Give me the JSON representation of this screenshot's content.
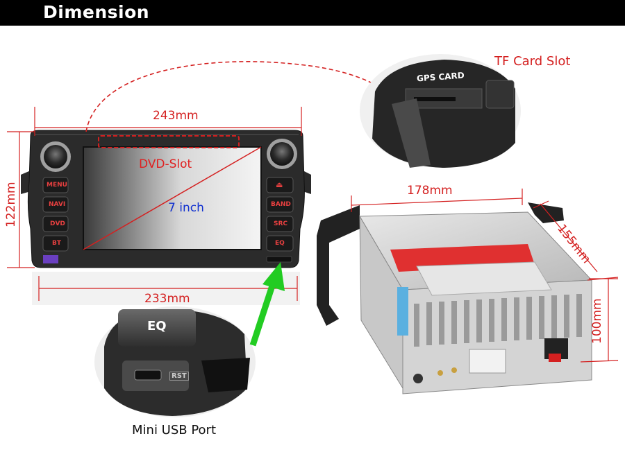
{
  "header": {
    "title": "Dimension"
  },
  "dimensions": {
    "front_width_top": "243mm",
    "front_height": "122mm",
    "front_width_bottom": "233mm",
    "back_width": "178mm",
    "back_depth": "155mm",
    "back_height": "100mm"
  },
  "callouts": {
    "tf_card_slot": "TF Card Slot",
    "dvd_slot": "DVD-Slot",
    "screen_size": "7 inch",
    "mini_usb_port": "Mini USB Port"
  },
  "front_buttons": {
    "left": [
      "MENU",
      "NAVI",
      "DVD",
      "BT"
    ],
    "right": [
      "⏏",
      "BAND",
      "SRC",
      "EQ"
    ]
  },
  "closeup_labels": {
    "gps_card": "GPS CARD",
    "eq": "EQ",
    "rst": "RST"
  },
  "colors": {
    "dimension_lines": "#d42020",
    "arrow": "#22cc22",
    "screen_label": "#1030d0"
  }
}
